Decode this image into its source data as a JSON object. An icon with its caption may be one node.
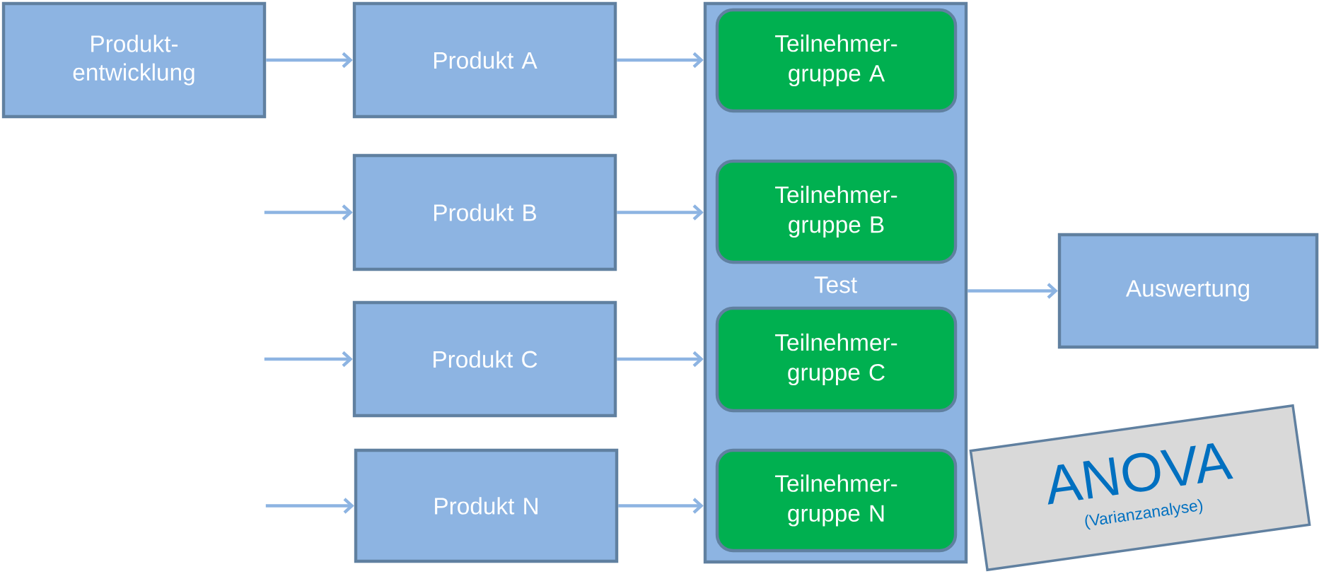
{
  "diagram": {
    "nodes": [
      {
        "text": [
          "Produkt- entwicklung"
        ]
      },
      {
        "text": [
          "Produkt A"
        ]
      },
      {
        "text": [
          "Produkt B"
        ]
      },
      {
        "text": [
          "Produkt C"
        ]
      },
      {
        "text": [
          "Produkt N"
        ]
      },
      {
        "text": [
          "Test"
        ]
      },
      {
        "text": [
          "Teilnehmer- gruppe A"
        ],
        "in": 5
      },
      {
        "text": [
          "Teilnehmer- gruppe B"
        ],
        "in": 5
      },
      {
        "text": [
          "Teilnehmer- gruppe C"
        ],
        "in": 5
      },
      {
        "text": [
          "Teilnehmer- gruppe N"
        ],
        "in": 5
      },
      {
        "text": [
          "Auswertung"
        ]
      },
      {
        "text": [
          "ANOVA",
          "(Varianzanalyse)"
        ]
      }
    ],
    "edges": [
      {
        "from": 0,
        "to": 1,
        "arrow": "to"
      },
      {
        "from": null,
        "to": 2,
        "arrow": "to"
      },
      {
        "from": null,
        "to": 3,
        "arrow": "to"
      },
      {
        "from": null,
        "to": 4,
        "arrow": "to"
      },
      {
        "from": 1,
        "to": 5,
        "arrow": "to"
      },
      {
        "from": 2,
        "to": 5,
        "arrow": "to"
      },
      {
        "from": 3,
        "to": 5,
        "arrow": "to"
      },
      {
        "from": 4,
        "to": 5,
        "arrow": "to"
      },
      {
        "from": 5,
        "to": 10,
        "arrow": "to"
      }
    ]
  }
}
